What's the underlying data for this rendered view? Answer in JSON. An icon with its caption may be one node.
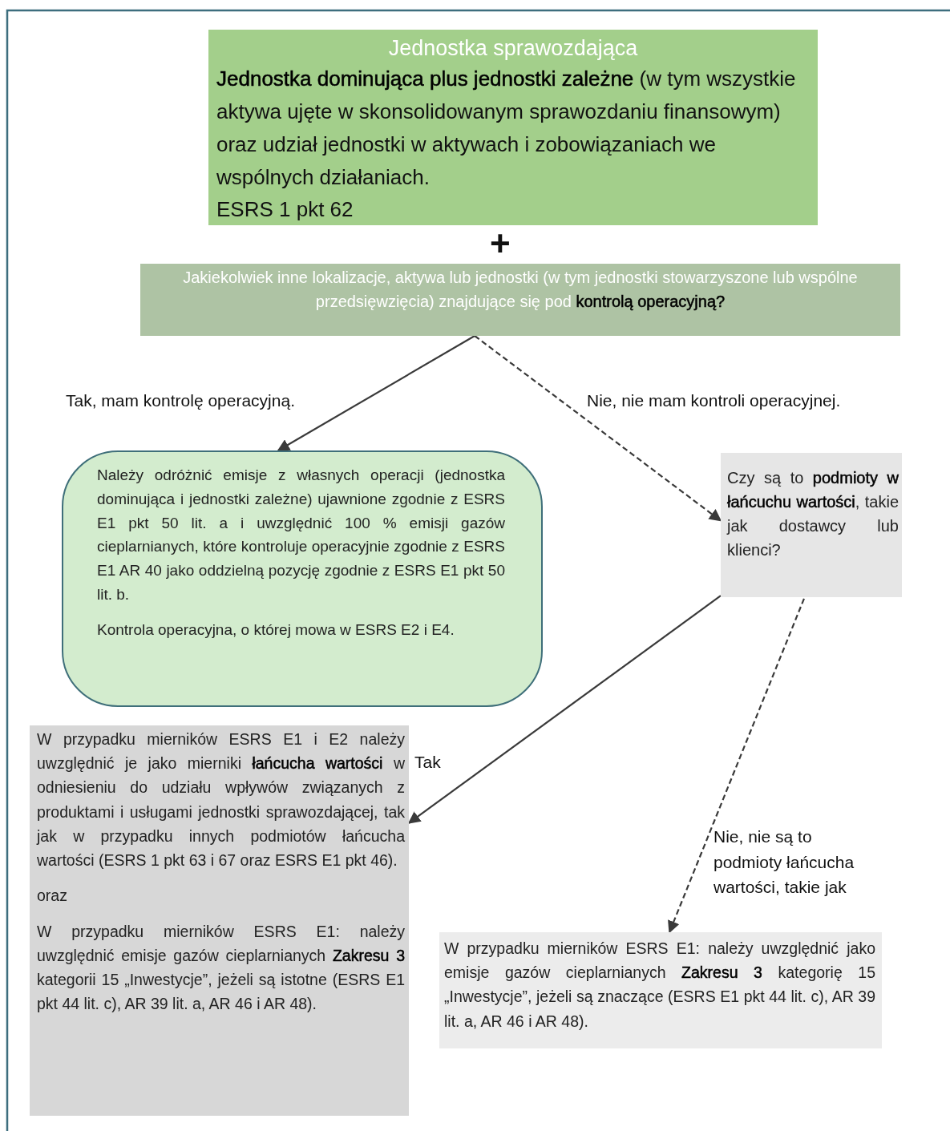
{
  "diagram": {
    "nodes": [
      {
        "text": [
          "Jednostka sprawozdająca",
          "**Jednostka dominująca plus jednostki zależne** (w tym wszystkie aktywa ujęte w skonsolidowanym sprawozdaniu finansowym) oraz udział jednostki w aktywach i zobowiązaniach we wspólnych działaniach.",
          "ESRS 1 pkt 62"
        ]
      },
      {
        "text": [
          "Jakiekolwiek inne lokalizacje, aktywa lub jednostki (w tym jednostki stowarzyszone lub wspólne przedsięwzięcia) znajdujące się pod **kontrolą operacyjną?**"
        ]
      },
      {
        "text": [
          "Należy odróżnić emisje z własnych operacji (jednostka dominująca i jednostki zależne) ujawnione zgodnie z ESRS E1 pkt 50 lit. a i uwzględnić 100 % emisji gazów cieplarnianych, które kontroluje operacyjnie zgodnie z ESRS E1 AR 40 jako oddzielną pozycję zgodnie z ESRS E1 pkt 50 lit. b.",
          "Kontrola operacyjna, o której mowa w ESRS E2 i E4."
        ]
      },
      {
        "text": [
          "Czy są to **podmioty w łańcuchu wartości**, takie jak dostawcy lub klienci?"
        ]
      },
      {
        "text": [
          "W przypadku mierników ESRS E1 i E2 należy uwzględnić je jako mierniki **łańcucha wartości** w odniesieniu do udziału wpływów związanych z produktami i usługami jednostki sprawozdającej, tak jak w przypadku innych podmiotów łańcucha wartości (ESRS 1 pkt 63 i 67 oraz ESRS E1 pkt 46).",
          "oraz",
          "W przypadku mierników ESRS E1: należy uwzględnić emisje gazów cieplarnianych **Zakresu 3** kategorii 15 „Inwestycje”, jeżeli są istotne (ESRS E1 pkt 44 lit. c), AR 39 lit. a, AR 46 i AR 48)."
        ]
      },
      {
        "text": [
          "W przypadku mierników ESRS E1: należy uwzględnić jako emisje gazów cieplarnianych **Zakresu 3** kategorię 15 „Inwestycje”, jeżeli są znaczące (ESRS E1 pkt 44 lit. c), AR 39 lit. a, AR 46 i AR 48)."
        ]
      }
    ],
    "edges": [
      {
        "from": 1,
        "to": 2,
        "arrow": "to",
        "label": "Tak, mam kontrolę operacyjną."
      },
      {
        "from": 1,
        "to": 3,
        "arrow": "to",
        "style": "dashed",
        "label": "Nie, nie mam kontroli operacyjnej."
      },
      {
        "from": 3,
        "to": 4,
        "arrow": "to",
        "label": "Tak"
      },
      {
        "from": 3,
        "to": 5,
        "arrow": "to",
        "style": "dashed",
        "label": "Nie, nie są to podmioty łańcucha wartości, takie jak"
      }
    ],
    "labels": [
      "+"
    ]
  }
}
